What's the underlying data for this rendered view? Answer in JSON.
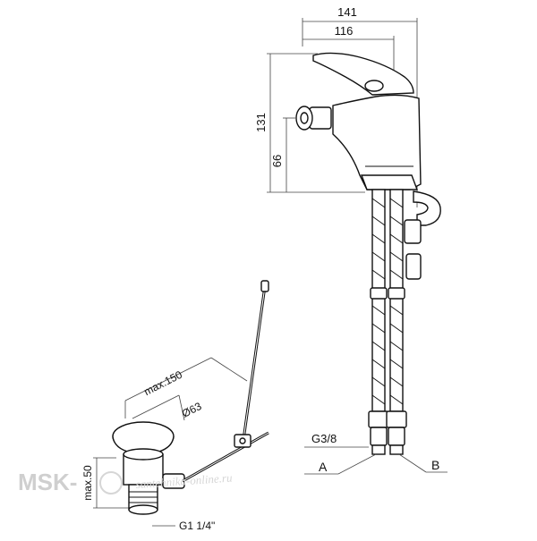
{
  "dimensions": {
    "width_total": "141",
    "width_spout": "116",
    "height_total": "131",
    "height_outlet": "66",
    "max_length": "max.150",
    "diameter": "Ø63",
    "max_height": "max.50",
    "thread_drain": "G1 1/4\"",
    "thread_hose": "G3/8"
  },
  "connections": {
    "a": "A",
    "b": "B"
  },
  "watermark": {
    "brand": "MSK-",
    "site": "santehnika-online.ru"
  }
}
